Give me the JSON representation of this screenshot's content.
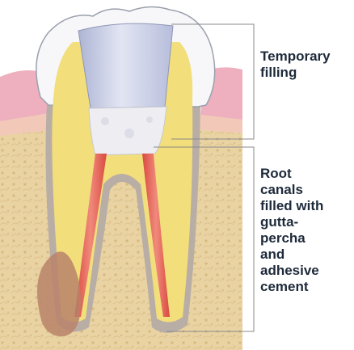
{
  "labels": {
    "temporary_filling": [
      "Temporary",
      "filling"
    ],
    "root_canals": [
      "Root",
      "canals",
      "filled with",
      "gutta-",
      "percha",
      "and",
      "adhesive",
      "cement"
    ]
  },
  "colors": {
    "bone": "#e9d3a3",
    "gum": "#eeb0be",
    "enamel": "#f7f7f9",
    "dentin": "#f2de7a",
    "temporary_filling": "#c9cfe6",
    "adhesive_cement": "#eeeef2",
    "gutta_percha": "#e4584c",
    "leader_line": "#8a8a8a",
    "label_text": "#1e2a3a"
  }
}
